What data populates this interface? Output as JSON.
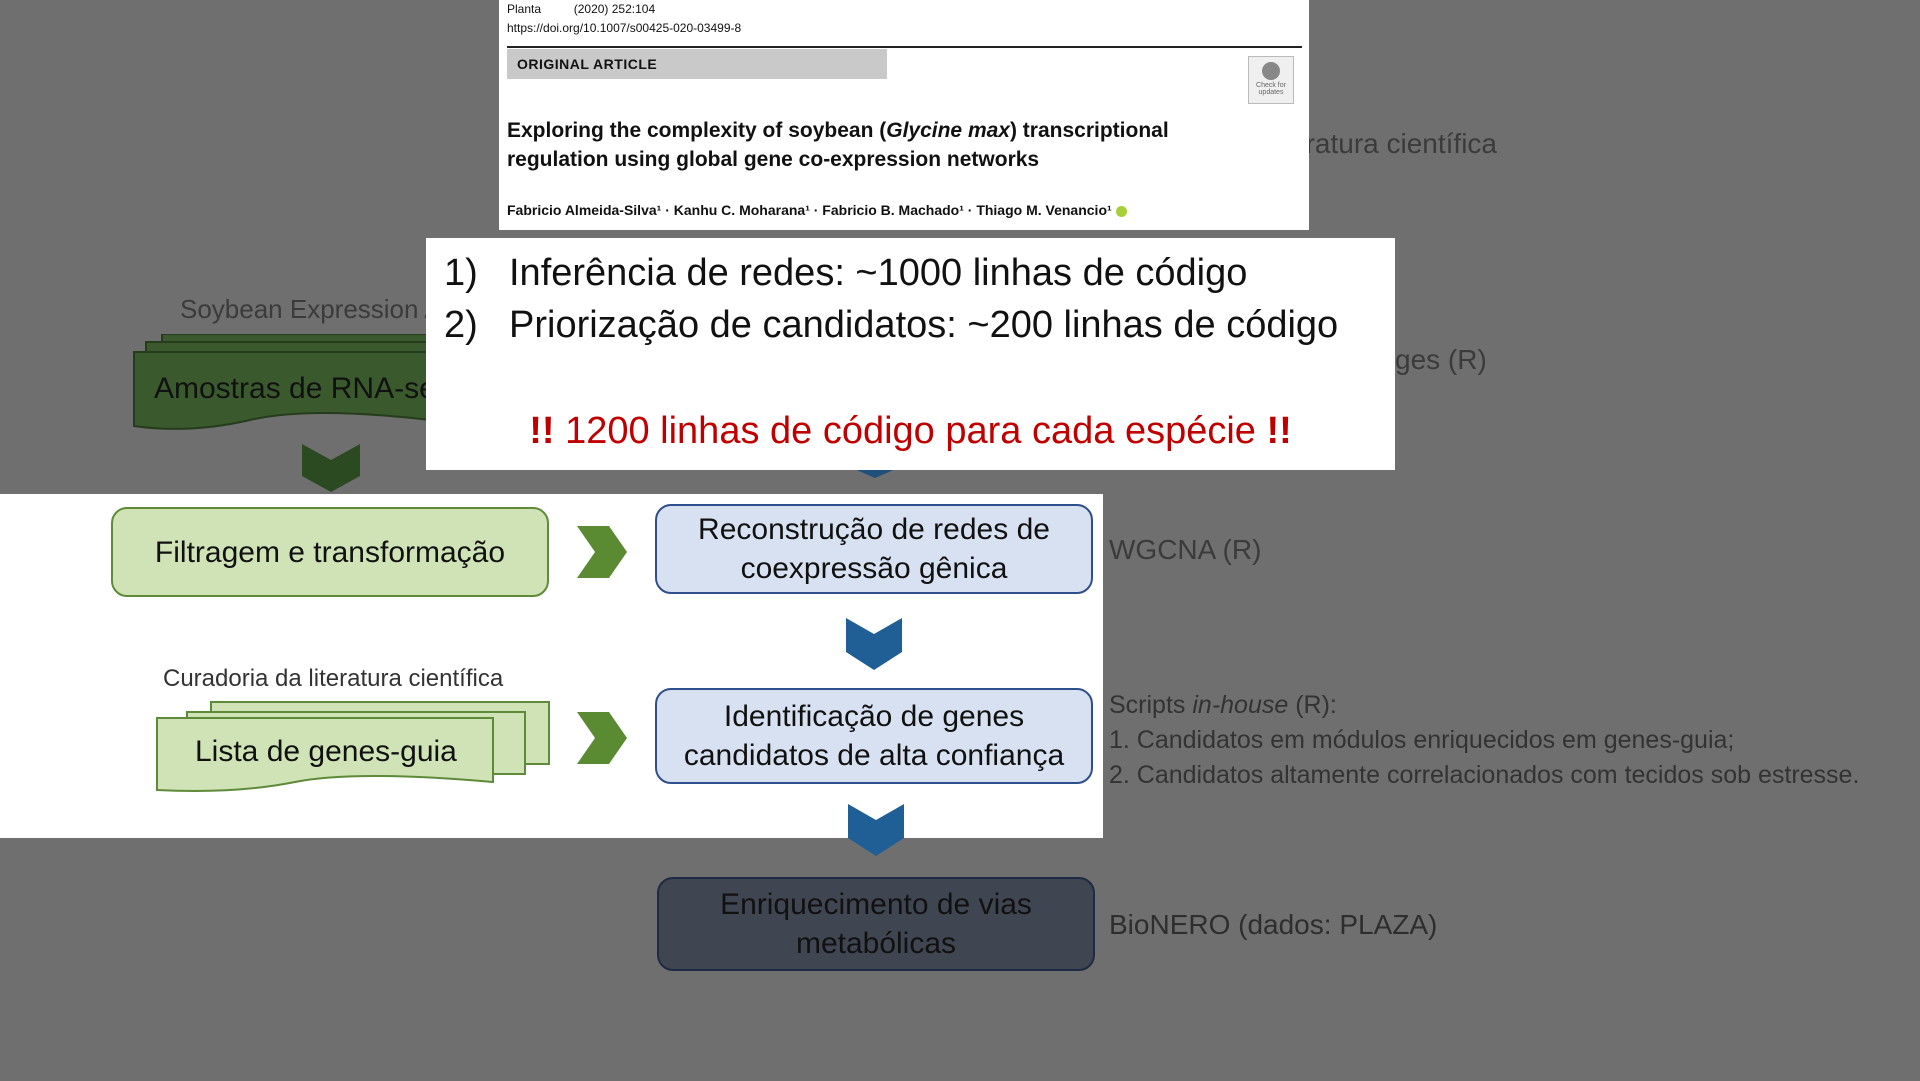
{
  "article": {
    "journal": "Planta",
    "volume": "(2020) 252:104",
    "doi": "https://doi.org/10.1007/s00425-020-03499-8",
    "category": "ORIGINAL ARTICLE",
    "title_line1_pre": "Exploring the complexity of soybean (",
    "title_italic": "Glycine max",
    "title_line1_post": ") transcriptional",
    "title_line2": "regulation using global gene co-expression networks",
    "authors": "Fabricio Almeida-Silva¹ · Kanhu C. Moharana¹ · Fabricio B. Machado¹ · Thiago M. Venancio¹",
    "check_label": "Check for updates"
  },
  "popup": {
    "item1_num": "1)",
    "item1_text": "Inferência de redes: ~1000 linhas de código",
    "item2_num": "2)",
    "item2_text": "Priorização de candidatos: ~200 linhas de código",
    "warning_marks": "!!",
    "warning_text": " 1200 linhas de código para cada espécie "
  },
  "background_text": {
    "literatura_partial": "eratura científica",
    "ges_partial": "ges (R)",
    "soybean_label": "Soybean Expression A",
    "rnaseq_label": "Amostras de RNA-se"
  },
  "flow": {
    "filtragem": "Filtragem e transformação",
    "reconstrucao_l1": "Reconstrução de redes de",
    "reconstrucao_l2": "coexpressão gênica",
    "wgcna": "WGCNA (R)",
    "curadoria": "Curadoria da literatura científica",
    "genes_guia": "Lista de genes-guia",
    "identificacao_l1": "Identificação de genes",
    "identificacao_l2": "candidatos de alta confiança",
    "scripts_pre": "Scripts ",
    "scripts_italic": "in-house",
    "scripts_post": " (R):",
    "scripts_item1": "1. Candidatos em módulos enriquecidos em genes-guia;",
    "scripts_item2": "2. Candidatos altamente correlacionados com tecidos sob estresse.",
    "enriquecimento_l1": "Enriquecimento de vias",
    "enriquecimento_l2": "metabólicas",
    "bionero": "BioNERO (dados: PLAZA)"
  },
  "colors": {
    "background": "#6f6f6f",
    "green_box": "#cfe3b6",
    "blue_box": "#d8e1f2",
    "green_arrow": "#5a8a32",
    "blue_arrow": "#1f5f95",
    "warning": "#c00000"
  }
}
